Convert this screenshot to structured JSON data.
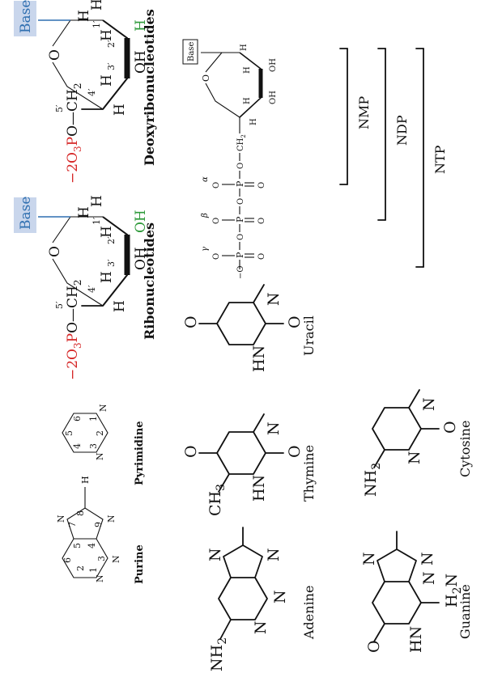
{
  "colors": {
    "base_fill": "#c9d6ec",
    "base_text": "#2f6fb0",
    "red": "#d62828",
    "green": "#2e9a3a"
  },
  "labels": {
    "purine": "Purine",
    "pyrimidine": "Pyrimidine",
    "ribonucleotides": "Ribonucleotides",
    "deoxyribonucleotides": "Deoxyribonucleotides",
    "adenine": "Adenine",
    "thymine": "Thymine",
    "uracil": "Uracil",
    "guanine": "Guanine",
    "cytosine": "Cytosine",
    "nmp": "NMP",
    "ndp": "NDP",
    "ntp": "NTP"
  },
  "atoms": {
    "base": "Base",
    "phosphate_prefix": "−2",
    "o3": "O",
    "sub3": "3",
    "p": "P",
    "o_dash": "O—CH",
    "sub2": "2",
    "five_prime": "5′",
    "one_prime": "1′",
    "two_prime": "2′",
    "three_prime": "3′",
    "four_prime": "4′",
    "o": "O",
    "h": "H",
    "oh": "OH",
    "n": "N",
    "hn": "HN",
    "nh2": "NH",
    "h2n": "H",
    "ch3": "CH",
    "n1": "1",
    "n2": "2",
    "n3": "3",
    "n4": "4",
    "n5": "5",
    "n6": "6",
    "n7": "7",
    "n8": "8",
    "n9": "9",
    "alpha": "α",
    "beta": "β",
    "gamma": "γ",
    "o_minus": "O",
    "minus": "−",
    "ch2_small": "CH"
  }
}
